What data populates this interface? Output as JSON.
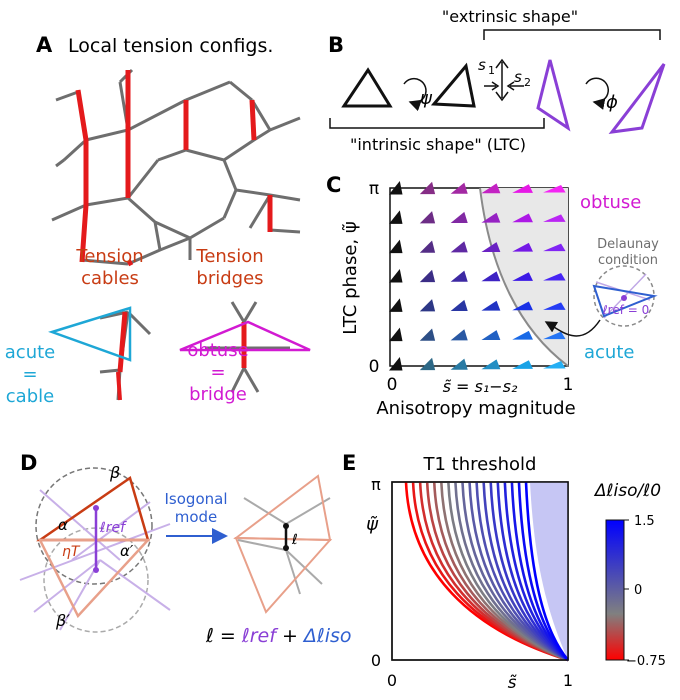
{
  "panelA": {
    "letter": "A",
    "title": "Local tension configs.",
    "cables_line1": "Tension",
    "cables_line2": "cables",
    "bridges_line1": "Tension",
    "bridges_line2": "bridges",
    "acute_line1": "acute",
    "acute_line2": "=",
    "acute_line3": "cable",
    "obtuse_line1": "obtuse",
    "obtuse_line2": "=",
    "obtuse_line3": "bridge"
  },
  "panelB": {
    "letter": "B",
    "extrinsic": "\"extrinsic shape\"",
    "intrinsic": "\"intrinsic shape\" (LTC)",
    "psi": "ψ",
    "phi": "ϕ",
    "s1": "s",
    "s1_sub": "1",
    "s2": "s",
    "s2_sub": "2"
  },
  "panelC": {
    "letter": "C",
    "ylabel": "LTC phase, ψ̃",
    "xlabel": "Anisotropy magnitude",
    "y_top": "π",
    "y_bottom": "0",
    "x_left": "0",
    "x_right": "1",
    "x_formula": "s̃ = s₁−s₂",
    "obtuse": "obtuse",
    "acute": "acute",
    "delaunay1": "Delaunay",
    "delaunay2": "condition",
    "lref_label": "ℓref = 0"
  },
  "panelD": {
    "letter": "D",
    "isogonal1": "Isogonal",
    "isogonal2": "mode",
    "beta": "β",
    "beta_p": "β′",
    "alpha": "α",
    "alpha_p": "α′",
    "lref": "ℓref",
    "etaT": "ηT",
    "ell": "ℓ",
    "equation_lhs": "ℓ = ",
    "equation_ref": "ℓref",
    "equation_plus": " + ",
    "equation_iso": "Δℓiso"
  },
  "panelE": {
    "letter": "E",
    "title": "T1 threshold",
    "y_top": "π",
    "y_bottom": "0",
    "y_label": "ψ̃",
    "x_left": "0",
    "x_right": "1",
    "x_label": "s̃",
    "cbar_label": "Δℓiso/ℓ0",
    "cbar_max": "1.5",
    "cbar_mid": "0",
    "cbar_min": "−0.75"
  },
  "colors": {
    "red": "#e41a1c",
    "gray": "#6e6e6e",
    "cyan": "#1ea7d6",
    "magenta": "#d21ad2",
    "purple": "#8a3fd6",
    "orange_red": "#c83c14",
    "blue": "#2f5fd0"
  }
}
